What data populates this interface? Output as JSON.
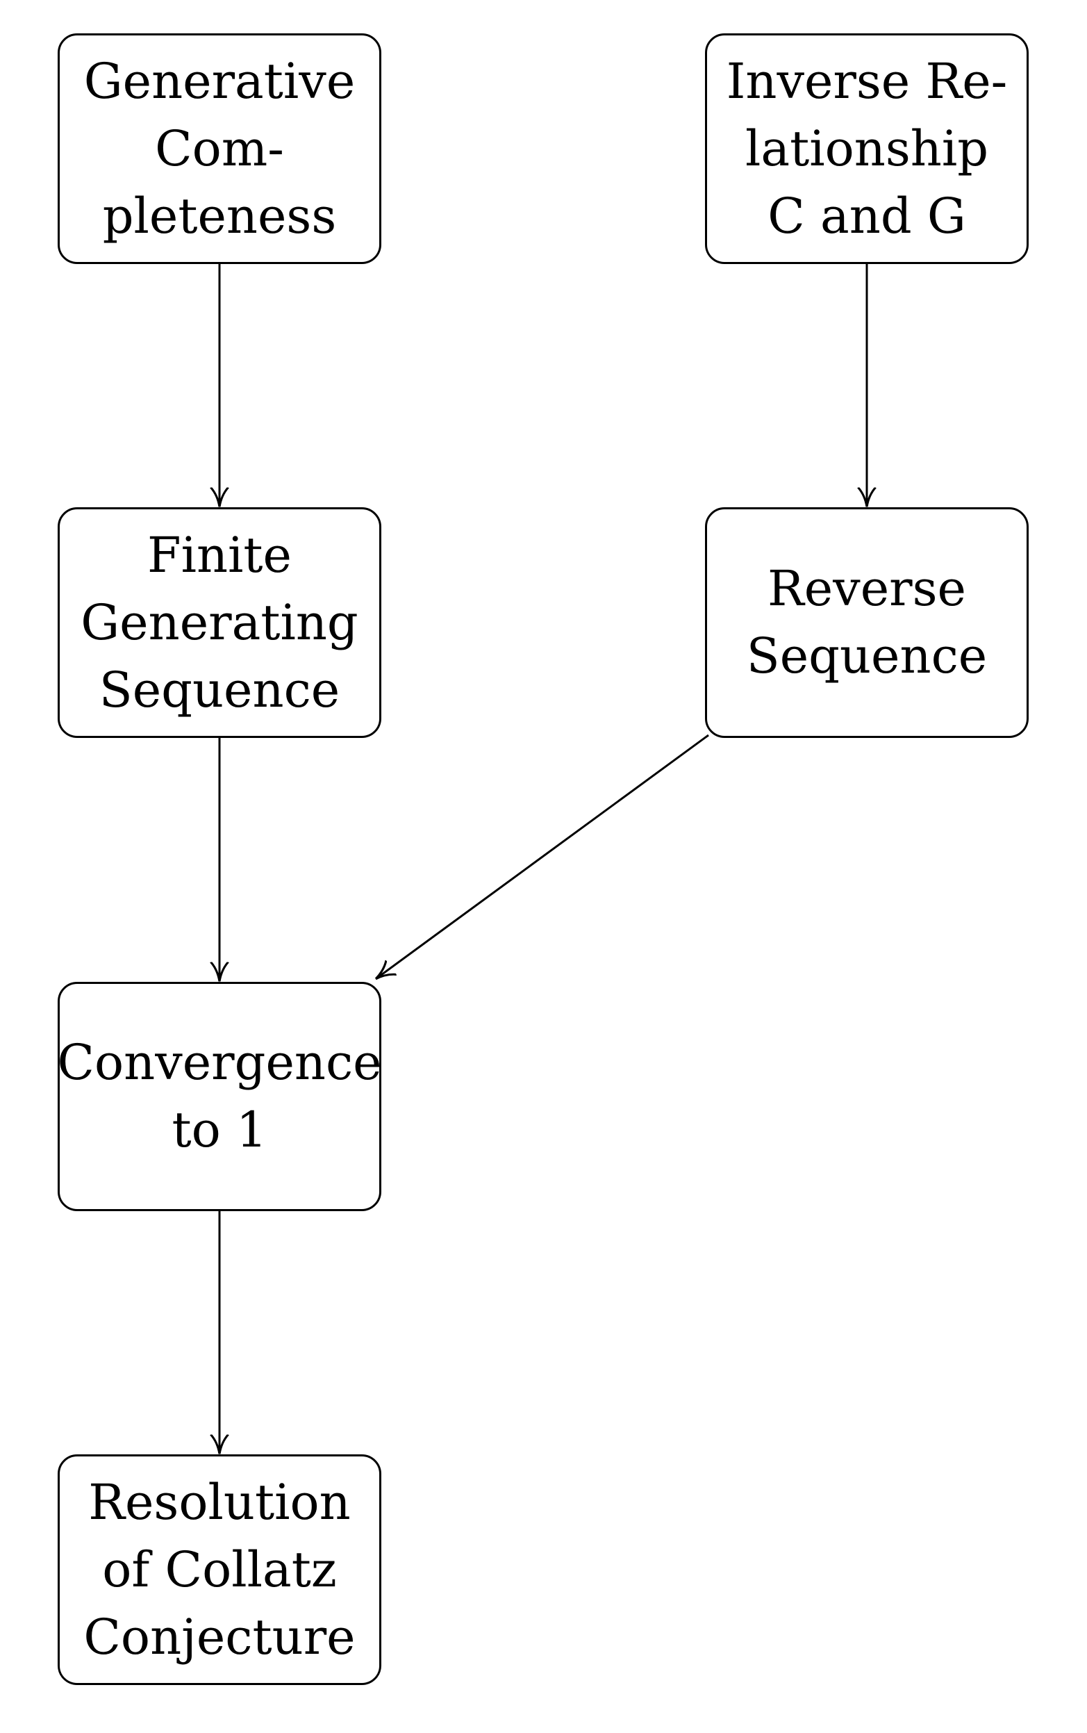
{
  "nodes": {
    "generative_completeness": {
      "lines": [
        "Generative",
        "Com-",
        "pleteness"
      ]
    },
    "inverse_relationship": {
      "lines": [
        "Inverse Re-",
        "lationship",
        "C and G"
      ]
    },
    "finite_generating_sequence": {
      "lines": [
        "Finite",
        "Generating",
        "Sequence"
      ]
    },
    "reverse_sequence": {
      "lines": [
        "Reverse",
        "Sequence"
      ]
    },
    "convergence": {
      "lines": [
        "Convergence",
        "to 1"
      ]
    },
    "resolution": {
      "lines": [
        "Resolution",
        "of Collatz",
        "Conjecture"
      ]
    }
  },
  "edges": [
    {
      "from": "generative_completeness",
      "to": "finite_generating_sequence"
    },
    {
      "from": "inverse_relationship",
      "to": "reverse_sequence"
    },
    {
      "from": "finite_generating_sequence",
      "to": "convergence"
    },
    {
      "from": "reverse_sequence",
      "to": "convergence"
    },
    {
      "from": "convergence",
      "to": "resolution"
    }
  ],
  "colors": {
    "stroke": "#000000",
    "background": "#ffffff"
  }
}
